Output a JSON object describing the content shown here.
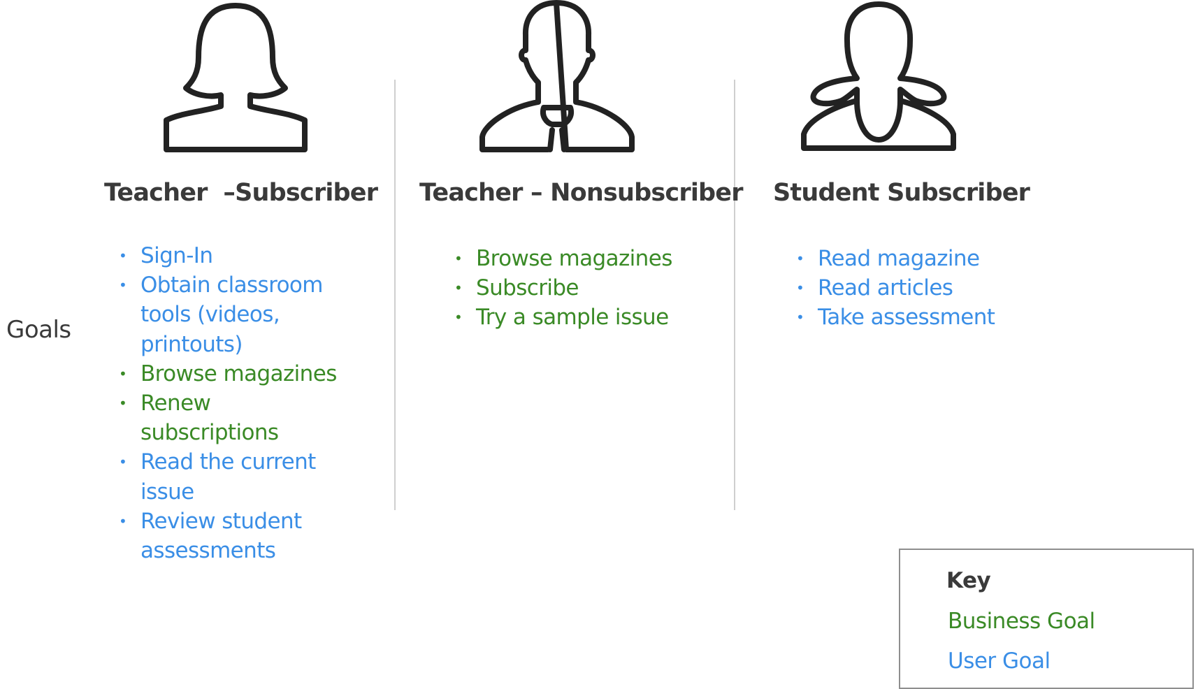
{
  "row_label": "Goals",
  "colors": {
    "business_goal": "#3a8a26",
    "user_goal": "#3a8ee6",
    "text": "#3a3a3a",
    "icon_stroke": "#222222"
  },
  "personas": [
    {
      "title": "Teacher  –Subscriber",
      "icon": "woman-silhouette-icon",
      "goals": [
        {
          "text": "Sign-In",
          "type": "user"
        },
        {
          "text": "Obtain classroom tools (videos, printouts)",
          "type": "user"
        },
        {
          "text": "Browse magazines",
          "type": "business"
        },
        {
          "text": "Renew subscriptions",
          "type": "business"
        },
        {
          "text": "Read the current issue",
          "type": "user"
        },
        {
          "text": "Review student assessments",
          "type": "user"
        }
      ]
    },
    {
      "title": "Teacher – Nonsubscriber",
      "icon": "man-with-tie-icon",
      "goals": [
        {
          "text": "Browse magazines",
          "type": "business"
        },
        {
          "text": "Subscribe",
          "type": "business"
        },
        {
          "text": "Try a sample issue",
          "type": "business"
        }
      ]
    },
    {
      "title": "Student Subscriber",
      "icon": "girl-with-pigtails-icon",
      "goals": [
        {
          "text": "Read magazine",
          "type": "user"
        },
        {
          "text": "Read articles",
          "type": "user"
        },
        {
          "text": "Take assessment",
          "type": "user"
        }
      ]
    }
  ],
  "key": {
    "title": "Key",
    "business_label": "Business Goal",
    "user_label": "User Goal"
  }
}
